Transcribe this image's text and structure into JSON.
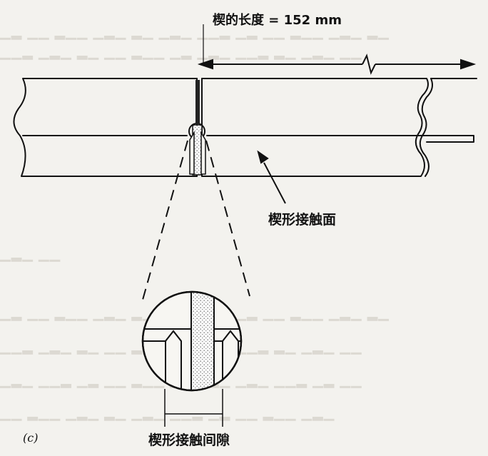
{
  "figure": {
    "panel_label": "(c)",
    "wedge_length_label": "楔的长度 = 152 mm",
    "wedge_contact_surface_label": "楔形接触面",
    "wedge_contact_gap_label": "楔形接触间隙"
  },
  "colors": {
    "background": "#f3f2ee",
    "ink": "#111111",
    "stipple": "#9a9a9a",
    "bleed_through_text": "#dcd9d2"
  }
}
